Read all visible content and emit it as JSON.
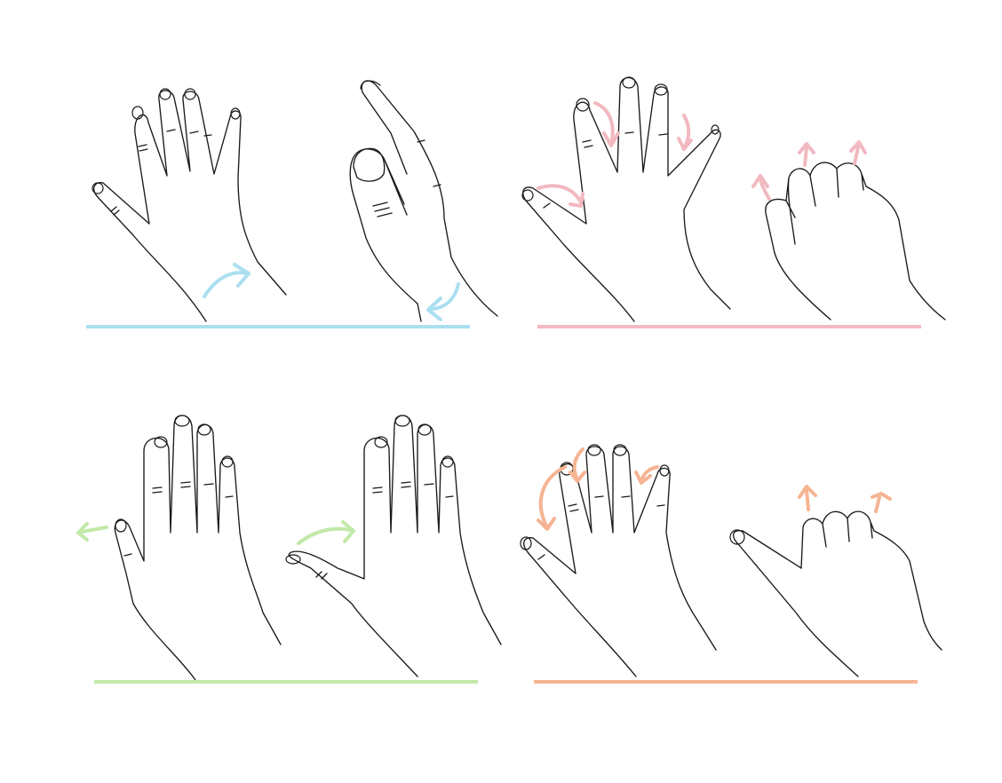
{
  "diagram": {
    "panels": [
      {
        "id": "wrist-rotation",
        "color": "#aadff0",
        "gestures": [
          "open-palm",
          "wrist-flexion"
        ]
      },
      {
        "id": "finger-flexion",
        "color": "#f2b9c0",
        "gestures": [
          "fingers-curl",
          "fist-extend"
        ]
      },
      {
        "id": "thumb-abduction",
        "color": "#c2e9a9",
        "gestures": [
          "thumb-out",
          "thumb-in"
        ]
      },
      {
        "id": "finger-spread",
        "color": "#f6b493",
        "gestures": [
          "fingers-spread",
          "knuckles-lift"
        ]
      }
    ],
    "icons": [
      "hand-outline-icon",
      "curved-arrow-icon"
    ]
  }
}
